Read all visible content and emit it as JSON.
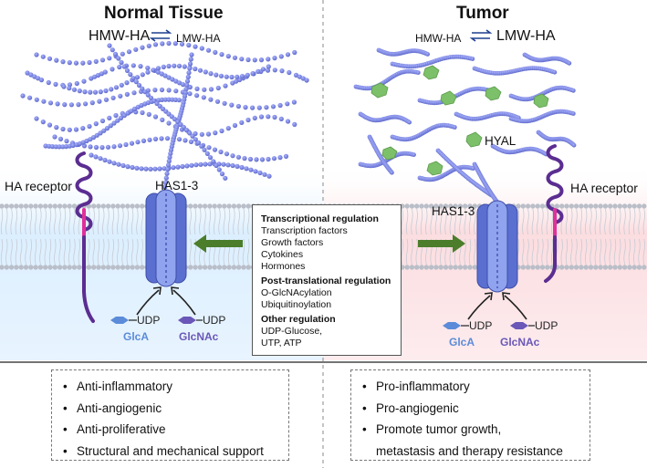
{
  "left": {
    "title": "Normal Tissue",
    "hmw": "HMW-HA",
    "lmw": "LMW-HA",
    "receptor_label": "HA receptor",
    "has_label": "HAS1-3",
    "sugar1": "GlcA",
    "sugar2": "GlcNAc",
    "udp": "UDP",
    "outcomes": [
      "Anti-inflammatory",
      "Anti-angiogenic",
      "Anti-proliferative",
      "Structural and mechanical support"
    ]
  },
  "right": {
    "title": "Tumor",
    "hmw": "HMW-HA",
    "lmw": "LMW-HA",
    "receptor_label": "HA receptor",
    "has_label": "HAS1-3",
    "hyal_label": "HYAL",
    "sugar1": "GlcA",
    "sugar2": "GlcNAc",
    "udp": "UDP",
    "outcomes": [
      "Pro-inflammatory",
      "Pro-angiogenic",
      "Promote tumor growth,",
      "metastasis and therapy resistance"
    ]
  },
  "regulation": {
    "transcriptional": {
      "heading": "Transcriptional regulation",
      "items": [
        "Transcription factors",
        "Growth factors",
        "Cytokines",
        "Hormones"
      ]
    },
    "post": {
      "heading": "Post-translational regulation",
      "items": [
        "O-GlcNAcylation",
        "Ubiquitinoylation"
      ]
    },
    "other": {
      "heading": "Other regulation",
      "items": [
        "UDP-Glucose,",
        "UTP, ATP"
      ]
    }
  },
  "colors": {
    "normal_bg": "#dcefff",
    "tumor_bg": "#fbdde0",
    "ha_bead": "#6e77d3",
    "has_protein": "#5a6fd0",
    "receptor": "#5b2d91",
    "receptor_pink": "#e0309a",
    "hyal": "#7cc06a",
    "arrow_green": "#4b7d2b",
    "glca": "#5b8bd9",
    "glcnac": "#6a57b8"
  }
}
